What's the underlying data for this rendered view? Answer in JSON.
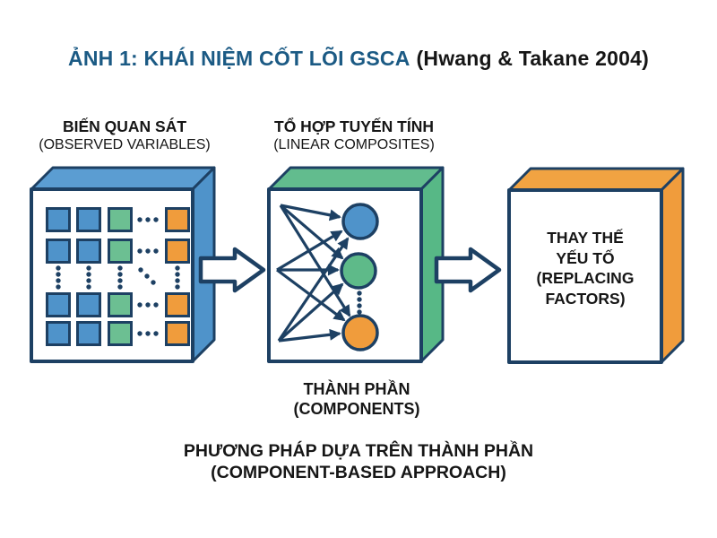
{
  "title": {
    "main": "ẢNH 1: KHÁI NIỆM CỐT LÕI GSCA",
    "citation": "(Hwang & Takane 2004)"
  },
  "labels": {
    "observed": {
      "vi": "BIẾN QUAN SÁT",
      "en": "(OBSERVED VARIABLES)"
    },
    "composites": {
      "vi": "TỔ HỢP TUYẾN TÍNH",
      "en": "(LINEAR COMPOSITES)"
    },
    "components": {
      "vi": "THÀNH PHẦN",
      "en": "(COMPONENTS)"
    },
    "replacing": {
      "text": "THAY THẾ\nYẾU TỐ\n(REPLACING\nFACTORS)"
    },
    "approach": {
      "vi": "PHƯƠNG PHÁP DỰA TRÊN THÀNH PHẦN",
      "en": "(COMPONENT-BASED APPROACH)"
    }
  },
  "colors": {
    "title_blue": "#1b5a84",
    "text_black": "#161616",
    "outline_navy": "#1d4063",
    "blue": "#4f93ca",
    "blue_top": "#5b9dd2",
    "green": "#62bc8e",
    "green_side": "#57b886",
    "green_square": "#6cbf92",
    "orange": "#f09c3c",
    "orange_top": "#f1a342",
    "white": "#ffffff"
  },
  "diagram": {
    "flow": [
      "observed-variables",
      "linear-composites",
      "replacing-factors"
    ],
    "observed_grid": {
      "pattern": [
        [
          "blue",
          "blue",
          "green",
          "…",
          "orange"
        ],
        [
          "blue",
          "blue",
          "green",
          "…",
          "orange"
        ],
        [
          "⋮",
          "⋮",
          "⋮",
          "⋱",
          "⋮"
        ],
        [
          "blue",
          "blue",
          "green",
          "…",
          "orange"
        ],
        [
          "blue",
          "blue",
          "green",
          "…",
          "orange"
        ]
      ]
    },
    "composite_circles": [
      "blue",
      "green",
      "orange"
    ],
    "composite_source_points": 3
  }
}
